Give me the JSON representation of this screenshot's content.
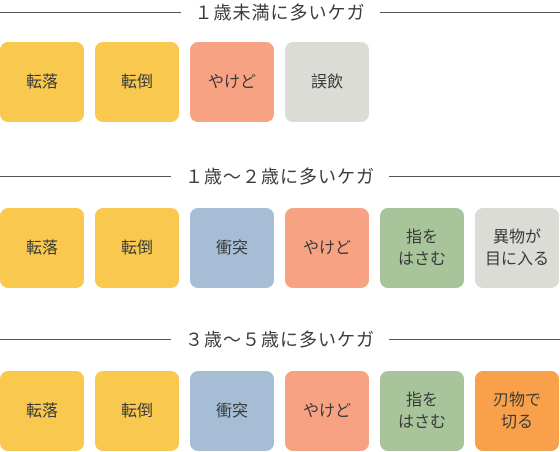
{
  "colors": {
    "yellow": "#F9C94F",
    "salmon": "#F7A383",
    "gray": "#DCDCD6",
    "blue": "#A5BED5",
    "green": "#A8C49B",
    "orange": "#F9A14A"
  },
  "sections": [
    {
      "title": "１歳未満に多いケガ",
      "cards": [
        {
          "label": "転落",
          "color": "yellow"
        },
        {
          "label": "転倒",
          "color": "yellow"
        },
        {
          "label": "やけど",
          "color": "salmon"
        },
        {
          "label": "誤飲",
          "color": "gray"
        }
      ]
    },
    {
      "title": "１歳〜２歳に多いケガ",
      "cards": [
        {
          "label": "転落",
          "color": "yellow"
        },
        {
          "label": "転倒",
          "color": "yellow"
        },
        {
          "label": "衝突",
          "color": "blue"
        },
        {
          "label": "やけど",
          "color": "salmon"
        },
        {
          "label": "指を\nはさむ",
          "color": "green"
        },
        {
          "label": "異物が\n目に入る",
          "color": "gray"
        }
      ]
    },
    {
      "title": "３歳〜５歳に多いケガ",
      "cards": [
        {
          "label": "転落",
          "color": "yellow"
        },
        {
          "label": "転倒",
          "color": "yellow"
        },
        {
          "label": "衝突",
          "color": "blue"
        },
        {
          "label": "やけど",
          "color": "salmon"
        },
        {
          "label": "指を\nはさむ",
          "color": "green"
        },
        {
          "label": "刃物で\n切る",
          "color": "orange"
        }
      ]
    }
  ]
}
